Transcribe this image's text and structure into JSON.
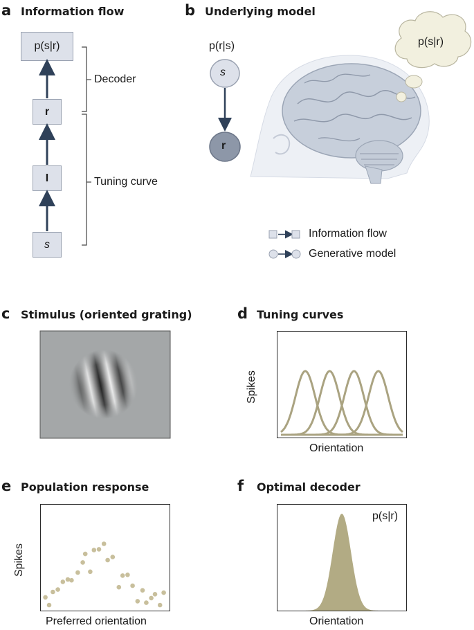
{
  "panels": {
    "a": {
      "letter": "a",
      "title": "Information flow",
      "boxes": {
        "posterior": "p(s|r)",
        "r": "r",
        "I": "I",
        "s": "s"
      },
      "brackets": {
        "decoder": "Decoder",
        "tuning": "Tuning curve"
      }
    },
    "b": {
      "letter": "b",
      "title": "Underlying model",
      "likelihood": "p(r|s)",
      "node_s": "s",
      "node_r": "r",
      "thought": "p(s|r)",
      "legend": {
        "info_flow": "Information flow",
        "generative": "Generative model"
      }
    },
    "c": {
      "letter": "c",
      "title": "Stimulus (oriented grating)"
    },
    "d": {
      "letter": "d",
      "title": "Tuning curves",
      "ylabel": "Spikes",
      "xlabel": "Orientation"
    },
    "e": {
      "letter": "e",
      "title": "Population response",
      "ylabel": "Spikes",
      "xlabel": "Preferred orientation"
    },
    "f": {
      "letter": "f",
      "title": "Optimal decoder",
      "xlabel": "Orientation",
      "annotation": "p(s|r)"
    }
  },
  "colors": {
    "node_fill": "#dde1ea",
    "node_dark": "#8d97a8",
    "arrow": "#2f4159",
    "curve": "#aaa381",
    "dot": "#c8bf9c",
    "fill": "#b2ab84",
    "thought": "#f2f0df"
  },
  "chart_data": [
    {
      "panel": "d",
      "type": "line",
      "xlabel": "Orientation",
      "ylabel": "Spikes",
      "series": [
        {
          "peak": 1.0,
          "center": 0.2
        },
        {
          "peak": 1.0,
          "center": 0.4
        },
        {
          "peak": 1.0,
          "center": 0.6
        },
        {
          "peak": 1.0,
          "center": 0.8
        }
      ]
    },
    {
      "panel": "e",
      "type": "scatter",
      "xlabel": "Preferred orientation",
      "ylabel": "Spikes",
      "points": [
        [
          0.02,
          0.1
        ],
        [
          0.05,
          0.0
        ],
        [
          0.08,
          0.17
        ],
        [
          0.12,
          0.2
        ],
        [
          0.16,
          0.3
        ],
        [
          0.2,
          0.33
        ],
        [
          0.23,
          0.32
        ],
        [
          0.28,
          0.42
        ],
        [
          0.32,
          0.55
        ],
        [
          0.34,
          0.66
        ],
        [
          0.38,
          0.43
        ],
        [
          0.41,
          0.71
        ],
        [
          0.45,
          0.72
        ],
        [
          0.49,
          0.79
        ],
        [
          0.52,
          0.58
        ],
        [
          0.56,
          0.62
        ],
        [
          0.61,
          0.23
        ],
        [
          0.64,
          0.38
        ],
        [
          0.68,
          0.39
        ],
        [
          0.72,
          0.25
        ],
        [
          0.76,
          0.05
        ],
        [
          0.8,
          0.19
        ],
        [
          0.83,
          0.03
        ],
        [
          0.87,
          0.09
        ],
        [
          0.9,
          0.14
        ],
        [
          0.94,
          0.0
        ],
        [
          0.97,
          0.16
        ]
      ]
    },
    {
      "panel": "f",
      "type": "area",
      "xlabel": "Orientation",
      "center": 0.5,
      "width": 0.07
    }
  ]
}
